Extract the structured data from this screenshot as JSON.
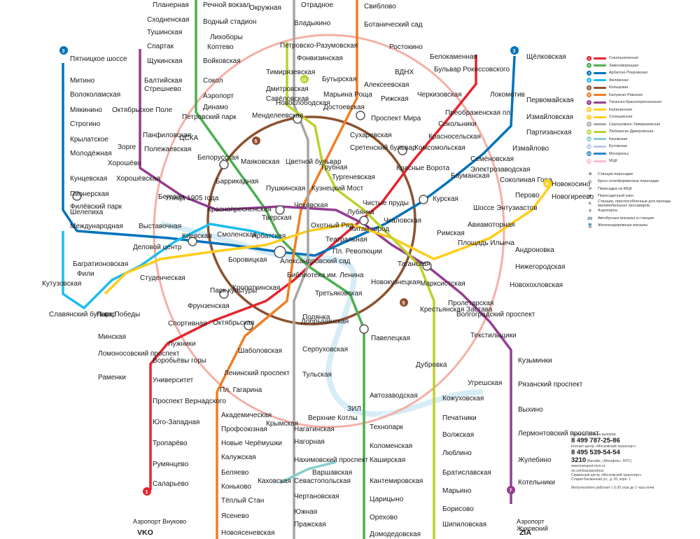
{
  "lines": [
    {
      "id": "1",
      "color": "#e4252e",
      "name": "Сокольническая"
    },
    {
      "id": "2",
      "color": "#4baf4f",
      "name": "Замоскворецкая"
    },
    {
      "id": "3",
      "color": "#0072ba",
      "name": "Арбатско-Покровская"
    },
    {
      "id": "4",
      "color": "#1ebcef",
      "name": "Филёвская"
    },
    {
      "id": "5",
      "color": "#915133",
      "name": "Кольцевая"
    },
    {
      "id": "6",
      "color": "#f07e24",
      "name": "Калужско-Рижская"
    },
    {
      "id": "7",
      "color": "#943e90",
      "name": "Таганско-Краснопресненская"
    },
    {
      "id": "8",
      "color": "#ffcd1c",
      "name": "Калининская"
    },
    {
      "id": "9",
      "color": "#adacac",
      "name": "Серпуховско-Тимирязевская"
    },
    {
      "id": "10",
      "color": "#bed12c",
      "name": "Люблинско-Дмитровская"
    },
    {
      "id": "11",
      "color": "#88cdcf",
      "name": "Каховская"
    },
    {
      "id": "14",
      "color": "#f9bcd1",
      "name": "МЦК"
    }
  ],
  "legend_items": [
    {
      "num": "1",
      "color": "#e4252e",
      "label": "Сокольническая"
    },
    {
      "num": "2",
      "color": "#4baf4f",
      "label": "Замоскворецкая"
    },
    {
      "num": "3",
      "color": "#0072ba",
      "label": "Арбатско-Покровская"
    },
    {
      "num": "4",
      "color": "#1ebcef",
      "label": "Филёвская"
    },
    {
      "num": "5",
      "color": "#915133",
      "label": "Кольцевая"
    },
    {
      "num": "6",
      "color": "#f07e24",
      "label": "Калужско-Рижская"
    },
    {
      "num": "7",
      "color": "#943e90",
      "label": "Таганско-Краснопресненская"
    },
    {
      "num": "8",
      "color": "#ffcd1c",
      "label": "Калининская"
    },
    {
      "num": "8",
      "color": "#ffcd1c",
      "label": "Солнцевская"
    },
    {
      "num": "9",
      "color": "#adacac",
      "label": "Серпуховско-Тимирязевская"
    },
    {
      "num": "10",
      "color": "#bed12c",
      "label": "Люблинско-Дмитровская"
    },
    {
      "num": "11",
      "color": "#88cdcf",
      "label": "Каховская"
    },
    {
      "num": "12",
      "color": "#bac8e8",
      "label": "Бутовская"
    },
    {
      "num": "13",
      "color": "#2c87c5",
      "label": "Монорельс"
    },
    {
      "num": "14",
      "color": "#f9bcd1",
      "label": "МЦК"
    }
  ],
  "legend_symbols": [
    {
      "sym": "⊕",
      "label": "Станции пересадки"
    },
    {
      "sym": "◎",
      "label": "Кросс-платформенные пересадки"
    },
    {
      "sym": "⊘",
      "label": "Пересадка на МЦК"
    },
    {
      "sym": "●",
      "label": "Пересадочный узел"
    },
    {
      "sym": "♿",
      "label": "Станции, приспособленные для проезда маломобильных пассажиров"
    },
    {
      "sym": "✈",
      "label": "Аэропорты"
    },
    {
      "sym": "🚌",
      "label": "Автобусные вокзалы и станции"
    },
    {
      "sym": "🚆",
      "label": "Железнодорожные вокзалы"
    }
  ],
  "contacts": {
    "title": "Линия экстренных вызовов:",
    "phone1": "8 499 787-25-86",
    "center": "Контакт-центр «Московский транспорт»:",
    "phone2": "8 495 539-54-54",
    "phone3": "3210",
    "phone3_note": "(Билайн, «Мегафон», МТС)",
    "site": "www.transport.mos.ru",
    "social": "vk.com/transportmos",
    "service": "Сервисный центр «Московский транспорт»",
    "address": "Старая Басманная ул., д. 20, корп. 1",
    "hours": "Метрополитен работает с 5:30 утра до 1 часа ночи"
  },
  "airports": {
    "vnukovo": "Аэропорт Внуково",
    "vko": "VKO",
    "zhukovsky": "Аэропорт Жуковский",
    "zia": "ZIA"
  },
  "stations": {
    "planernaya": "Планерная",
    "skhodnenskaya": "Сходненская",
    "tushinskaya": "Тушинская",
    "spartak": "Спартак",
    "shchukinskaya": "Щукинская",
    "oktyabrskoe_pole": "Октябрьское Поле",
    "polezhaevskaya": "Полежаевская",
    "begovaya": "Беговая",
    "ulitsa1905": "Улица 1905 года",
    "barrikadnaya": "Баррикадная",
    "krasnopresnenskaya": "Краснопресненская",
    "pushkinskaya": "Пушкинская",
    "kuznetsky_most": "Кузнецкий Мост",
    "kitay_gorod": "Китай-город",
    "taganskaya": "Таганская",
    "proletarskaya": "Пролетарская",
    "volgogradsky": "Волгоградский проспект",
    "tekstilshchiki": "Текстильщики",
    "kuzminki": "Кузьминки",
    "ryazansky": "Рязанский проспект",
    "vykhino": "Выхино",
    "lermontovsky": "Лермонтовский проспект",
    "zhulebino": "Жулебино",
    "kotelniki": "Котельники",
    "pyatnitskoe": "Пятницкое шоссе",
    "mitino": "Митино",
    "volokolamskaya": "Волоколамская",
    "myakinino": "Мякинино",
    "strogino": "Строгино",
    "krylatskoe": "Крылатское",
    "molodezhnaya": "Молодёжная",
    "kuntsevskaya": "Кунцевская",
    "slavyansky": "Славянский бульвар",
    "park_pobedy": "Парк Победы",
    "kievskaya": "Киевская",
    "smolenskaya": "Смоленская",
    "arbatskaya": "Арбатская",
    "ploshchad_revolyutsii": "Пл. Революции",
    "kurskaya": "Курская",
    "baumanskaya": "Бауманская",
    "elektrozavodskaya": "Электрозаводская",
    "semenovskaya": "Семёновская",
    "partizanskaya": "Партизанская",
    "izmaylovskaya": "Измайловская",
    "pervomayskaya": "Первомайская",
    "shchelkovskaya": "Щёлковская",
    "bulvar_rokossovskogo": "Бульвар Рокоссовского",
    "cherkizovskaya": "Черкизовская",
    "preobrazhenskaya": "Преображенская пл.",
    "sokolniki": "Сокольники",
    "krasnoselskaya": "Красносельская",
    "komsomolskaya": "Комсомольская",
    "krasnye_vorota": "Красные Ворота",
    "chistye_prudy": "Чистые пруды",
    "lubyanka": "Лубянка",
    "okhotny_ryad": "Охотный Ряд",
    "biblioteka": "Библиотека им. Ленина",
    "kropotkinskaya": "Кропоткинская",
    "park_kultury": "Парк культуры",
    "frunzenskaya": "Фрунзенская",
    "sportivnaya": "Спортивная",
    "vorobyovy_gory": "Воробьёвы горы",
    "universitet": "Университет",
    "vernadskogo": "Проспект Вернадского",
    "yugo_zapadnaya": "Юго-Западная",
    "troparevo": "Тропарёво",
    "rumyantsevo": "Румянцево",
    "salaryevo": "Саларьево",
    "rechnoy_vokzal": "Речной вокзал",
    "vodny_stadion": "Водный стадион",
    "voykovskaya": "Войковская",
    "sokol": "Сокол",
    "aeroport": "Аэропорт",
    "dinamo": "Динамо",
    "belorusskaya": "Белорусская",
    "mayakovskaya": "Маяковская",
    "tverskaya": "Тверская",
    "teatralnaya": "Театральная",
    "novokuznetskaya": "Новокузнецкая",
    "paveletskaya": "Павелецкая",
    "avtozavodskaya": "Автозаводская",
    "tekhnopark": "Технопарк",
    "kolomenskaya": "Коломенская",
    "kashirskaya": "Каширская",
    "kantemirovskaya": "Кантемировская",
    "tsaritsyno": "Царицыно",
    "orekhovo": "Орехово",
    "domodedovskaya": "Домодедовская",
    "novoslobodskaya": "Новослободская",
    "mendeleevskaya": "Менделеевская",
    "tsvetnoy": "Цветной бульвар",
    "chekhovskaya": "Чеховская",
    "borovitskaya": "Боровицкая",
    "polyanka": "Полянка",
    "serpukhovskaya": "Серпуховская",
    "tulskaya": "Тульская",
    "nagatinskaya": "Нагатинская",
    "nagornaya": "Нагорная",
    "nakhimovsky": "Нахимовский проспект",
    "sevastopolskaya": "Севастопольская",
    "chertanovskaya": "Чертановская",
    "yuzhnaya": "Южная",
    "prazhskaya": "Пражская",
    "otradnoe": "Отрадное",
    "vladykino": "Владыкино",
    "petrovsko_razumovskaya": "Петровско-Разумовская",
    "timiryazevskaya": "Тимирязевская",
    "dmitrovskaya": "Дмитровская",
    "savelovskaya": "Савёловская",
    "sviblovo": "Свиблово",
    "botanichesky": "Ботанический сад",
    "vdnkh": "ВДНХ",
    "alekseevskaya": "Алексеевская",
    "rizhskaya": "Рижская",
    "prospekt_mira": "Проспект Мира",
    "sukharevskaya": "Сухаревская",
    "turgenevskaya": "Тургеневская",
    "oktyabrskaya": "Октябрьская",
    "shabolovskaya": "Шаболовская",
    "leninsky": "Ленинский проспект",
    "akademicheskaya": "Академическая",
    "profsoyuznaya": "Профсоюзная",
    "novye_cheremushki": "Новые Черёмушки",
    "kaluzhskaya": "Калужская",
    "belyaevo": "Беляево",
    "konkovo": "Коньково",
    "tyoply_stan": "Тёплый Стан",
    "yasenevo": "Ясенево",
    "novoyasenevskaya": "Новоясеневская",
    "kakhovskaya": "Каховская",
    "varshavskaya": "Варшавская",
    "trubnaya": "Трубная",
    "sretensky": "Сретенский бульвар",
    "chkalovskaya": "Чкаловская",
    "rimskaya": "Римская",
    "krestyanskaya": "Крестьянская Застава",
    "dubrovka": "Дубровка",
    "kozhukhovskaya": "Кожуховская",
    "pechatniki": "Печатники",
    "volzhskaya": "Волжская",
    "lyublino": "Люблино",
    "bratislavskaya": "Братиславская",
    "maryino": "Марьино",
    "borisovo": "Борисово",
    "shipilovskaya": "Шипиловская",
    "novokosino": "Новокосино",
    "novogireevo": "Новогиреево",
    "perovo": "Перово",
    "shosse_entuziastov": "Шоссе Энтузиастов",
    "aviamotornaya": "Авиамоторная",
    "ploshchad_ilyicha": "Площадь Ильича",
    "marksistskaya": "Марксистская",
    "tretyakovskaya": "Третьяковская",
    "delovoy_tsentr": "Деловой центр",
    "vystavochnaya": "Выставочная",
    "mezhdunarodnaya": "Международная",
    "studencheskaya": "Студенческая",
    "kutuzovskaya": "Кутузовская",
    "fili": "Фили",
    "bagrationovskaya": "Багратионовская",
    "filyovsky_park": "Филёвский парк",
    "pionerskaya": "Пионерская",
    "minskaya": "Минская",
    "lomonosovsky": "Ломоносовский проспект",
    "ramenki": "Раменки",
    "lokomotiv": "Локомотив",
    "rostokino": "Ростокино",
    "belokamennaya": "Белокаменная",
    "zil": "ЗИЛ",
    "okruzhnaya": "Окружная",
    "likhobory": "Лихоборы",
    "koptevo": "Коптево",
    "baltiyskaya": "Балтийская",
    "streshnevo": "Стрешнево",
    "panfilovskaya": "Панфиловская",
    "zorge": "Зорге",
    "khoroshevo": "Хорошёво",
    "shelepikha": "Шелепиха",
    "luzhniki": "Лужники",
    "krymskaya": "Крымская",
    "verkhnie_kotly": "Верхние Котлы",
    "ugreshskaya": "Угрешская",
    "nizhegorodskaya": "Нижегородская",
    "andronovka": "Андроновка",
    "entuziastov_mck": "Шоссе Энтузиастов",
    "sokolinaya": "Соколиная Гора",
    "izmaylovo": "Измайлово",
    "marina_roshcha": "Марьина Роща",
    "dostoevskaya": "Достоевская",
    "butyrskaya": "Бутырская",
    "fonvizinskaya": "Фонвизинская",
    "petrovsky_park": "Петровский парк",
    "tsska": "ЦСКА",
    "khoroshevskaya": "Хорошёвская",
    "novokhokhlovskaya": "Новохохловская",
    "ploshchad_gagarina": "Пл. Гагарина",
    "alexandrovsky": "Александровский сад",
    "dobryninskaya": "Добрынинская",
    "kitay": "Китай-город"
  }
}
